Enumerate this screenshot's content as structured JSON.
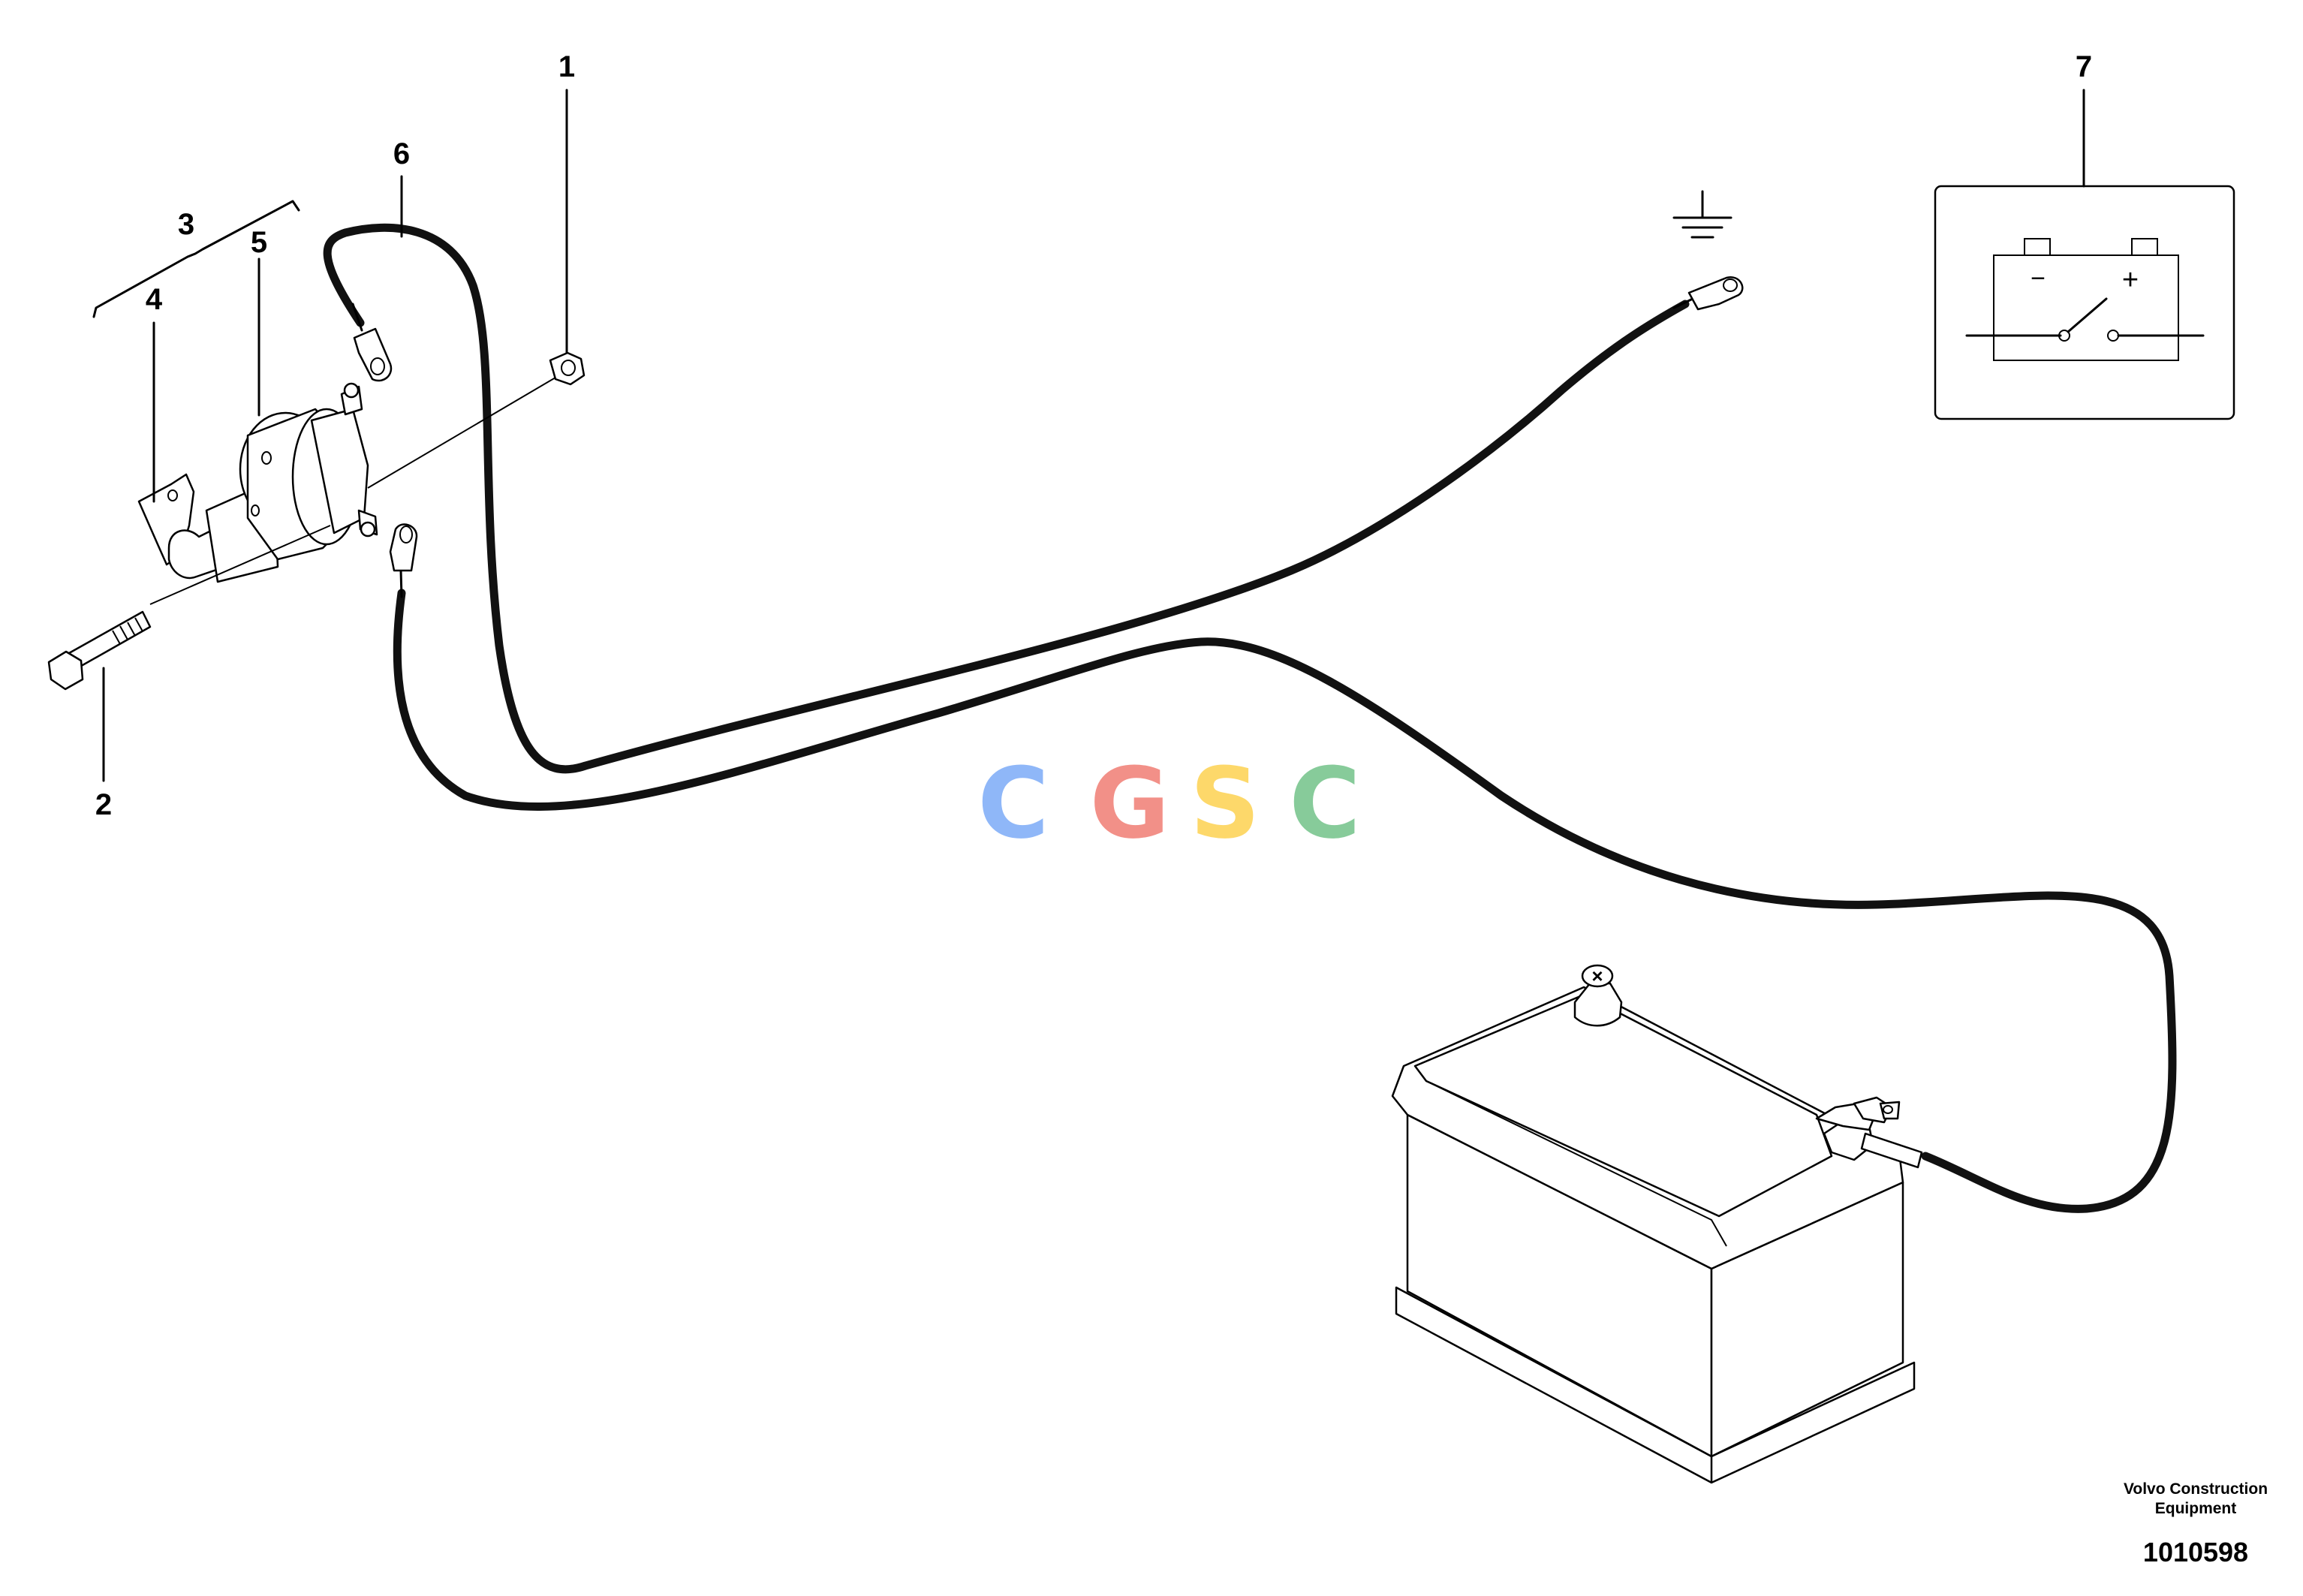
{
  "callouts": {
    "c1": "1",
    "c2": "2",
    "c3": "3",
    "c4": "4",
    "c5": "5",
    "c6": "6",
    "c7": "7"
  },
  "symbol_box": {
    "minus": "−",
    "plus": "+"
  },
  "watermark": {
    "letters": [
      "C",
      "G",
      "S",
      "C"
    ],
    "colors": [
      "#8AB4F8",
      "#F28B82",
      "#FDD663",
      "#81C995"
    ]
  },
  "footer": {
    "brand_line1": "Volvo Construction",
    "brand_line2": "Equipment",
    "code": "1010598"
  }
}
